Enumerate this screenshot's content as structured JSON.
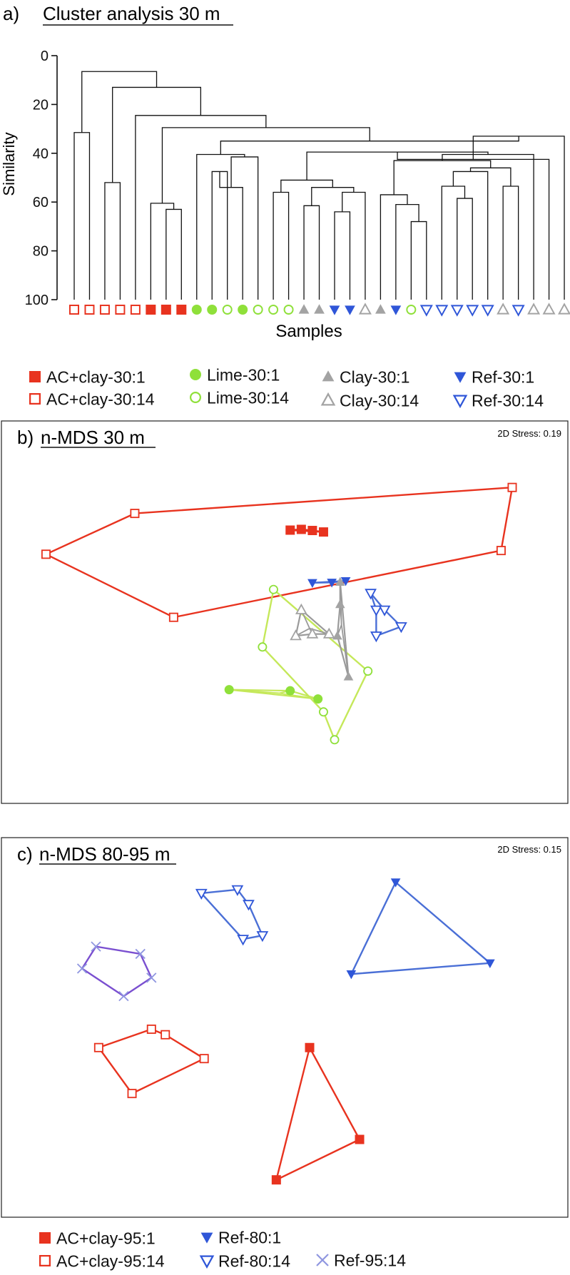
{
  "colors": {
    "ac": "#e8331f",
    "lime": "#8fe03a",
    "lime_hull": "#c5e85a",
    "clay": "#a3a3a3",
    "clay_hull": "#9a9a9a",
    "ref": "#2f56d8",
    "ref_hull": "#4a6fd6",
    "ref95": "#8f96e0",
    "ref95_hull": "#7a4fd0",
    "axis": "#111111"
  },
  "panel_a": {
    "title_letter": "a)",
    "title": "Cluster analysis 30 m",
    "chart_data": {
      "type": "dendrogram",
      "ylabel": "Similarity",
      "xlabel": "Samples",
      "yticks": [
        "0",
        "20",
        "40",
        "60",
        "80",
        "100"
      ],
      "ylim": [
        0,
        100
      ],
      "leaves": [
        "AC+clay-30:14",
        "AC+clay-30:14",
        "AC+clay-30:14",
        "AC+clay-30:14",
        "AC+clay-30:14",
        "AC+clay-30:1",
        "AC+clay-30:1",
        "AC+clay-30:1",
        "Lime-30:1",
        "Lime-30:1",
        "Lime-30:14",
        "Lime-30:1",
        "Lime-30:14",
        "Lime-30:14",
        "Lime-30:14",
        "Clay-30:1",
        "Clay-30:1",
        "Ref-30:1",
        "Ref-30:1",
        "Clay-30:14",
        "Clay-30:1",
        "Ref-30:1",
        "Lime-30:14",
        "Ref-30:14",
        "Ref-30:14",
        "Ref-30:14",
        "Ref-30:14",
        "Ref-30:14",
        "Clay-30:14",
        "Ref-30:14",
        "Clay-30:14",
        "Clay-30:14",
        "Clay-30:14"
      ],
      "merges": [
        {
          "a": 0,
          "b": 1,
          "h": 31.5
        },
        {
          "a": 2,
          "b": 3,
          "h": 52
        },
        {
          "a": 6,
          "b": 7,
          "h": 63
        },
        {
          "a": 5,
          "b": "m2",
          "h": 60.5
        },
        {
          "a": 9,
          "b": 10,
          "h": 47.5
        },
        {
          "a": "m4",
          "b": 11,
          "h": 54
        },
        {
          "a": 12,
          "b": "m5",
          "h": 41.5
        },
        {
          "a": 8,
          "b": "m6",
          "h": 40.5
        },
        {
          "a": 13,
          "b": 14,
          "h": 56
        },
        {
          "a": 15,
          "b": 16,
          "h": 61.5
        },
        {
          "a": 17,
          "b": 18,
          "h": 64
        },
        {
          "a": "m10",
          "b": 19,
          "h": 56
        },
        {
          "a": "m9",
          "b": "m11",
          "h": 54
        },
        {
          "a": "m8",
          "b": "m12",
          "h": 51
        },
        {
          "a": 22,
          "b": 23,
          "h": 68
        },
        {
          "a": 21,
          "b": "m14",
          "h": 61
        },
        {
          "a": 20,
          "b": "m15",
          "h": 57
        },
        {
          "a": 25,
          "b": 26,
          "h": 58.5
        },
        {
          "a": 24,
          "b": "m17",
          "h": 53.5
        },
        {
          "a": "m18",
          "b": 27,
          "h": 47.5
        },
        {
          "a": 28,
          "b": 29,
          "h": 53.5
        },
        {
          "a": "m20",
          "b": "m19",
          "h": 46
        },
        {
          "a": "m16",
          "b": "m21",
          "h": 43
        },
        {
          "a": "m22",
          "b": 30,
          "h": 40.5
        },
        {
          "a": "m13",
          "b": "m23",
          "h": 39.5
        },
        {
          "a": "m24",
          "b": 31,
          "h": 42.5
        },
        {
          "a": "m25",
          "b": 32,
          "h": 33
        },
        {
          "a": "m7",
          "b": "m26",
          "h": 35
        },
        {
          "a": "m27",
          "b": "m3",
          "h": 29.5
        },
        {
          "a": 4,
          "b": "m28",
          "h": 24.5
        },
        {
          "a": "m1",
          "b": "m29",
          "h": 13
        },
        {
          "a": "m0",
          "b": "m30",
          "h": 6.5
        }
      ]
    },
    "legend": [
      {
        "label": "AC+clay-30:1",
        "marker": "square-filled",
        "color": "ac"
      },
      {
        "label": "AC+clay-30:14",
        "marker": "square-open",
        "color": "ac"
      },
      {
        "label": "Lime-30:1",
        "marker": "circle-filled",
        "color": "lime"
      },
      {
        "label": "Lime-30:14",
        "marker": "circle-open",
        "color": "lime"
      },
      {
        "label": "Clay-30:1",
        "marker": "triup-filled",
        "color": "clay"
      },
      {
        "label": "Clay-30:14",
        "marker": "triup-open",
        "color": "clay"
      },
      {
        "label": "Ref-30:1",
        "marker": "tridown-filled",
        "color": "ref"
      },
      {
        "label": "Ref-30:14",
        "marker": "tridown-open",
        "color": "ref"
      }
    ]
  },
  "panel_b": {
    "title_letter": "b)",
    "title": "n-MDS 30 m",
    "stress": "2D Stress: 0.19",
    "chart_data": {
      "type": "scatter",
      "note_units": "ordination axes, arbitrary units (unlabeled)",
      "xlim": [
        0,
        100
      ],
      "ylim": [
        0,
        100
      ],
      "groups": [
        {
          "name": "AC+clay-30:14",
          "marker": "square-open",
          "color": "ac",
          "hull_color": "ac",
          "hull": "polygon",
          "points": [
            [
              7,
              66
            ],
            [
              23,
              77
            ],
            [
              30,
              49
            ],
            [
              89,
              67
            ],
            [
              91,
              84
            ]
          ]
        },
        {
          "name": "AC+clay-30:1",
          "marker": "square-filled",
          "color": "ac",
          "hull_color": "ac",
          "hull": "polygon",
          "points": [
            [
              51,
              72.5
            ],
            [
              53,
              72.7
            ],
            [
              55,
              72.4
            ],
            [
              57,
              72.0
            ]
          ]
        },
        {
          "name": "Lime-30:1",
          "marker": "circle-filled",
          "color": "lime",
          "hull_color": "lime_hull",
          "hull": "star",
          "points": [
            [
              40,
              29.5
            ],
            [
              51,
              29.2
            ],
            [
              56,
              27
            ]
          ]
        },
        {
          "name": "Lime-30:14",
          "marker": "circle-open",
          "color": "lime",
          "hull_color": "lime_hull",
          "hull": "polygon",
          "points": [
            [
              48,
              56.5
            ],
            [
              46,
              41
            ],
            [
              57,
              23.5
            ],
            [
              59,
              16
            ],
            [
              65,
              34.5
            ]
          ]
        },
        {
          "name": "Clay-30:1",
          "marker": "triup-filled",
          "color": "clay",
          "hull_color": "clay_hull",
          "hull": "star",
          "points": [
            [
              60,
              58.5
            ],
            [
              60,
              52.5
            ],
            [
              59.5,
              44
            ],
            [
              61.5,
              33
            ]
          ]
        },
        {
          "name": "Clay-30:14",
          "marker": "triup-open",
          "color": "clay",
          "hull_color": "clay_hull",
          "hull": "star",
          "points": [
            [
              53,
              51
            ],
            [
              52,
              44
            ],
            [
              55,
              44.5
            ],
            [
              58,
              44.5
            ]
          ]
        },
        {
          "name": "Ref-30:1",
          "marker": "tridown-filled",
          "color": "ref",
          "hull_color": "ref_hull",
          "hull": "polygon",
          "points": [
            [
              55,
              58.3
            ],
            [
              58.5,
              58.4
            ],
            [
              61,
              58.8
            ]
          ]
        },
        {
          "name": "Ref-30:14",
          "marker": "tridown-open",
          "color": "ref",
          "hull_color": "ref_hull",
          "hull": "polygon",
          "points": [
            [
              65.5,
              55.5
            ],
            [
              66.5,
              51
            ],
            [
              68,
              51
            ],
            [
              71,
              46.5
            ],
            [
              66.5,
              44
            ]
          ]
        }
      ]
    }
  },
  "panel_c": {
    "title_letter": "c)",
    "title": "n-MDS 80-95 m",
    "stress": "2D Stress: 0.15",
    "chart_data": {
      "type": "scatter",
      "note_units": "ordination axes, arbitrary units (unlabeled)",
      "xlim": [
        0,
        100
      ],
      "ylim": [
        0,
        100
      ],
      "groups": [
        {
          "name": "Ref-80:1",
          "marker": "tridown-filled",
          "color": "ref",
          "hull_color": "ref_hull",
          "hull": "polygon",
          "points": [
            [
              70,
              90
            ],
            [
              87,
              68
            ],
            [
              62,
              65
            ]
          ]
        },
        {
          "name": "Ref-80:14",
          "marker": "tridown-open",
          "color": "ref",
          "hull_color": "ref_hull",
          "hull": "polygon",
          "points": [
            [
              35,
              87
            ],
            [
              41.5,
              88
            ],
            [
              43.5,
              84
            ],
            [
              46,
              75.5
            ],
            [
              42.5,
              74.5
            ]
          ]
        },
        {
          "name": "Ref-95:14",
          "marker": "x",
          "color": "ref95",
          "hull_color": "ref95_hull",
          "hull": "polygon",
          "points": [
            [
              16,
              72.5
            ],
            [
              24,
              70.5
            ],
            [
              26,
              64
            ],
            [
              21,
              59
            ],
            [
              13.5,
              66.5
            ]
          ]
        },
        {
          "name": "AC+clay-95:14",
          "marker": "square-open",
          "color": "ac",
          "hull_color": "ac",
          "hull": "polygon",
          "points": [
            [
              16.5,
              45
            ],
            [
              26,
              50
            ],
            [
              28.5,
              48.5
            ],
            [
              35.5,
              42
            ],
            [
              22.5,
              32.5
            ]
          ]
        },
        {
          "name": "AC+clay-95:1",
          "marker": "square-filled",
          "color": "ac",
          "hull_color": "ac",
          "hull": "polygon",
          "points": [
            [
              54.5,
              45
            ],
            [
              63.5,
              20
            ],
            [
              48.5,
              9
            ]
          ]
        }
      ]
    },
    "legend": [
      {
        "label": "AC+clay-95:1",
        "marker": "square-filled",
        "color": "ac"
      },
      {
        "label": "AC+clay-95:14",
        "marker": "square-open",
        "color": "ac"
      },
      {
        "label": "Ref-80:1",
        "marker": "tridown-filled",
        "color": "ref"
      },
      {
        "label": "Ref-80:14",
        "marker": "tridown-open",
        "color": "ref"
      },
      {
        "label": "Ref-95:14",
        "marker": "x",
        "color": "ref95"
      }
    ]
  }
}
